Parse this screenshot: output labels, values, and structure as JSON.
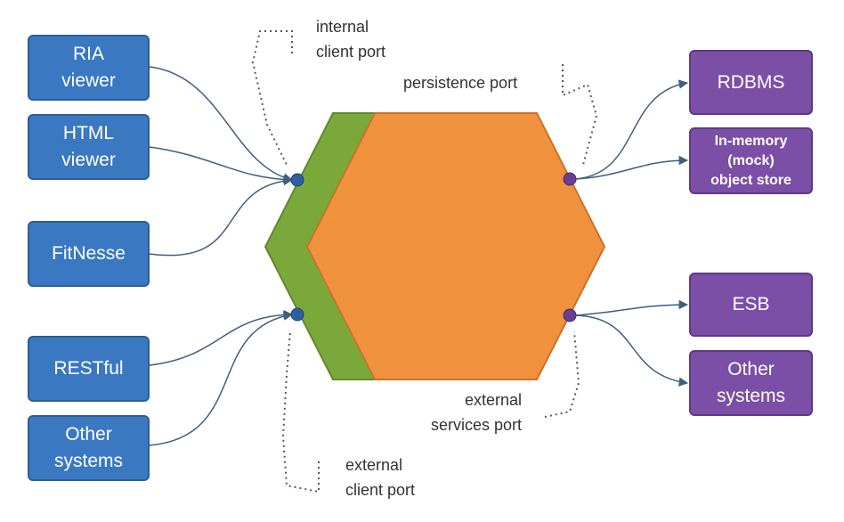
{
  "clients": [
    {
      "label": "RIA\nviewer"
    },
    {
      "label": "HTML\nviewer"
    },
    {
      "label": "FitNesse"
    },
    {
      "label": "RESTful"
    },
    {
      "label": "Other\nsystems"
    }
  ],
  "services": [
    {
      "label": "RDBMS"
    },
    {
      "label": "In-memory\n(mock)\nobject store"
    },
    {
      "label": "ESB"
    },
    {
      "label": "Other\nsystems"
    }
  ],
  "ports": {
    "internal_client": "internal\nclient port",
    "persistence": "persistence port",
    "external_services": "external\nservices port",
    "external_client": "external\nclient port"
  },
  "colors": {
    "client_box": "#3a78c2",
    "service_box": "#7b4fa6",
    "hexagon_core": "#f0913e",
    "hexagon_adapter": "#7aa83b",
    "port_left": "#2e5fa3",
    "port_right": "#6a3f8f",
    "connector": "#3f5e80"
  }
}
